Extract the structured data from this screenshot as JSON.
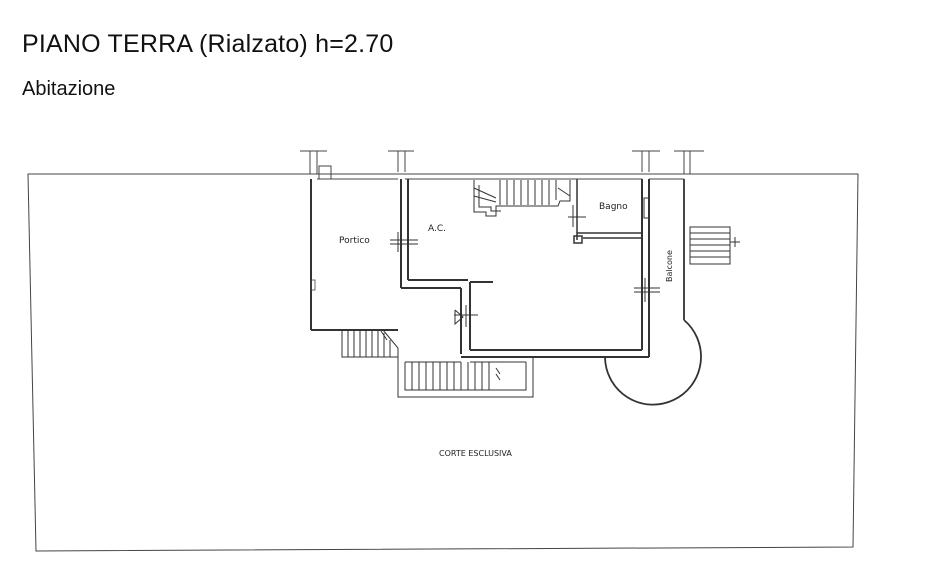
{
  "header": {
    "title": "PIANO TERRA (Rialzato) h=2.70",
    "subtitle": "Abitazione"
  },
  "rooms": {
    "portico": "Portico",
    "ac": "A.C.",
    "bagno": "Bagno",
    "balcone": "Balcone",
    "corte": "CORTE ESCLUSIVA"
  }
}
